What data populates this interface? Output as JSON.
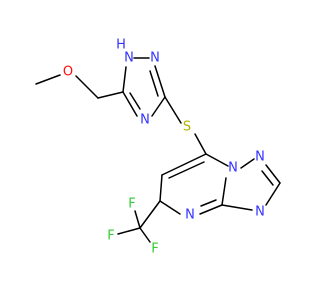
{
  "colors": {
    "bond": "#000000",
    "carbon": "#000000",
    "nitrogen": "#3333ff",
    "oxygen": "#ff0d0d",
    "sulfur": "#b2b200",
    "fluorine": "#33cc33"
  },
  "atoms": {
    "methoxy_o": "O",
    "triazole_nh": "N",
    "triazole_nh_h": "H",
    "triazole_n2": "N",
    "triazole_n4": "N",
    "thioether_s": "S",
    "tp_n_bridge": "N",
    "tp_n2": "N",
    "tp_n3": "N",
    "pyrimidine_n": "N",
    "cf3_f_left": "F",
    "cf3_f_top": "F",
    "cf3_f_bottom": "F"
  }
}
